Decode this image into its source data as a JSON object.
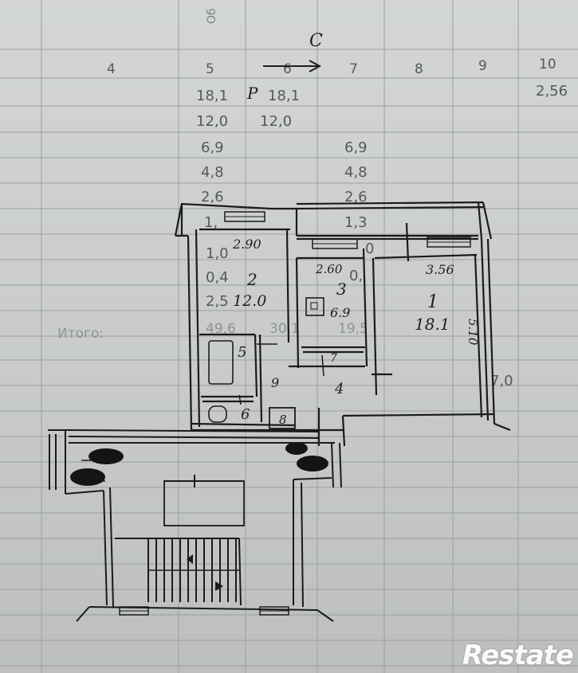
{
  "table": {
    "header_fragments": [
      "Об"
    ],
    "column_numbers": [
      "4",
      "5",
      "6",
      "7",
      "8",
      "9",
      "10"
    ],
    "rows": [
      [
        "18,1",
        "18,1",
        "",
        "2,56"
      ],
      [
        "12,0",
        "12,0"
      ],
      [
        "6,9",
        "6,9"
      ],
      [
        "4,8",
        "4,8"
      ],
      [
        "2,6",
        "2,6"
      ],
      [
        "1,",
        "1,3"
      ],
      [
        "1,0",
        "0"
      ],
      [
        "0,4",
        "0,"
      ],
      [
        "2,5"
      ]
    ],
    "total_label": "Итого:",
    "total_values": [
      "49,6",
      "30,1",
      "19,5"
    ],
    "extra_value": "7,0"
  },
  "plan": {
    "compass_north": "С",
    "compass_ref": "Р",
    "rooms": [
      {
        "number": "1",
        "area": "18.1",
        "width": "3.56",
        "length": "5.10"
      },
      {
        "number": "2",
        "area": "12.0",
        "width": "2.90"
      },
      {
        "number": "3",
        "area": "6.9",
        "width": "2.60"
      },
      {
        "number": "4"
      },
      {
        "number": "5"
      },
      {
        "number": "6"
      },
      {
        "number": "7"
      },
      {
        "number": "8"
      },
      {
        "number": "9"
      }
    ]
  },
  "watermark": "Restate"
}
